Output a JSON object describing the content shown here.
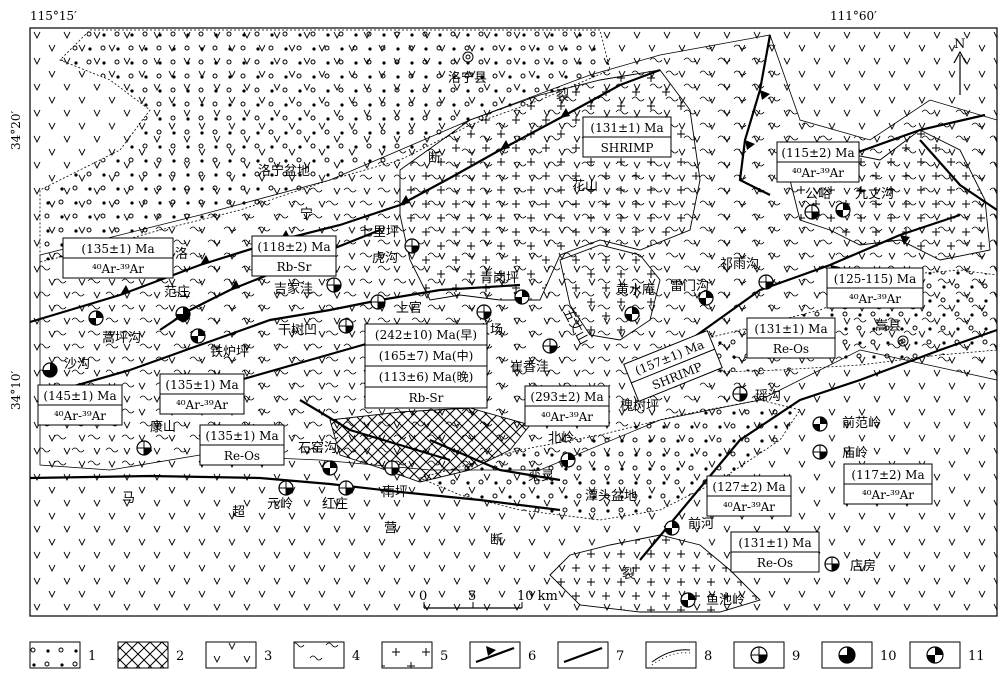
{
  "coords": {
    "top_left_lon": "115°15′",
    "top_right_lon": "111°60′",
    "left_lat_upper": "34°20′",
    "left_lat_lower": "34°10′"
  },
  "north_label": "N",
  "place_names": {
    "luoning_county": "洛宁县",
    "luoning_basin": "洛宁盆地",
    "fault_1": "断",
    "fault_2": "宁",
    "fault_3": "洛",
    "fault_4": "裂",
    "huashan": "花山",
    "qiliping": "七里坪",
    "hugou": "虎沟",
    "jijiawa": "吉家洼",
    "shangguan": "上官",
    "fanzhuang": "范庄",
    "haopinggou": "蒿坪沟",
    "shagou": "沙沟",
    "tieluping": "铁炉坪",
    "ganshuao": "干树凹",
    "qinggangping": "青岗坪",
    "sanrenchang": "三人场",
    "huangshuian": "黄水庵",
    "leimengou": "雷门沟",
    "wuzhangshan": "五丈山",
    "cuixiangwa": "崔香洼",
    "qiyugou": "祁雨沟",
    "gongyu": "公峪",
    "jiuzhanggou": "九丈沟",
    "songxian": "嵩县",
    "kangshan": "康山",
    "shiyaogou": "石窑沟",
    "beiling": "北岭",
    "huaishuping": "槐树坪",
    "yaogou": "瑶沟",
    "qianfanling": "前范岭",
    "miaoling": "庙岭",
    "ma": "马",
    "chao": "超",
    "yuanling": "元岭",
    "hongzhuang": "红庄",
    "nanping": "南坪",
    "ying": "营",
    "luanling": "栾灵",
    "tantou_basin": "潭头盆地",
    "duan2": "断",
    "lie2": "裂",
    "qianhe": "前河",
    "dianfang": "店房",
    "yuchiling": "鱼池岭"
  },
  "age_boxes": [
    {
      "id": "b1",
      "age": "(135±1) Ma",
      "method": "⁴⁰Ar-³⁹Ar"
    },
    {
      "id": "b2",
      "age": "(118±2) Ma",
      "method": "Rb-Sr"
    },
    {
      "id": "b3",
      "age": "(131±1) Ma",
      "method": "SHRIMP"
    },
    {
      "id": "b4",
      "age": "(115±2) Ma",
      "method": "⁴⁰Ar-³⁹Ar"
    },
    {
      "id": "b5",
      "age": "(125-115) Ma",
      "method": "⁴⁰Ar-³⁹Ar"
    },
    {
      "id": "b6",
      "age": "(131±1) Ma",
      "method": "Re-Os"
    },
    {
      "id": "b7",
      "age": "(145±1) Ma",
      "method": "⁴⁰Ar-³⁹Ar"
    },
    {
      "id": "b8",
      "age": "(135±1) Ma",
      "method": "⁴⁰Ar-³⁹Ar"
    },
    {
      "id": "b9",
      "age": "(135±1) Ma",
      "method": "Re-Os"
    },
    {
      "id": "b11",
      "age": "(293±2) Ma",
      "method": "⁴⁰Ar-³⁹Ar"
    },
    {
      "id": "b12",
      "age": "(157±1) Ma",
      "method": "SHRIMP"
    },
    {
      "id": "b13",
      "age": "(127±2) Ma",
      "method": "⁴⁰Ar-³⁹Ar"
    },
    {
      "id": "b14",
      "age": "(117±2) Ma",
      "method": "⁴⁰Ar-³⁹Ar"
    },
    {
      "id": "b15",
      "age": "(131±1) Ma",
      "method": "Re-Os"
    }
  ],
  "multi_box": {
    "line1": "(242±10) Ma(早)",
    "line2": "(165±7) Ma(中)",
    "line3": "(113±6) Ma(晚)",
    "method": "Rb-Sr"
  },
  "scale_bar": {
    "tick0": "0",
    "tick1": "5",
    "tick2": "10 km"
  },
  "legend": [
    "1",
    "2",
    "3",
    "4",
    "5",
    "6",
    "7",
    "8",
    "9",
    "10",
    "11"
  ]
}
